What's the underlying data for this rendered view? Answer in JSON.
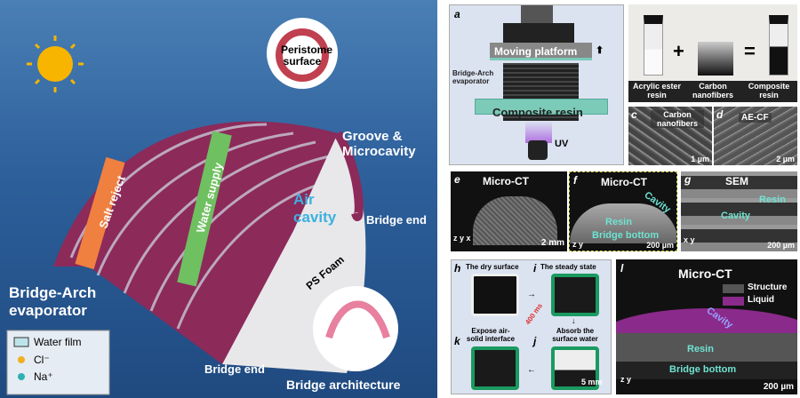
{
  "left": {
    "peristome": "Peristome surface",
    "groove": "Groove & Microcavity",
    "salt_reject": "Salt reject",
    "water_supply": "Water supply",
    "air_cavity": "Air cavity",
    "bridge_end_top": "Bridge end",
    "bridge_end_bottom": "Bridge end",
    "ps_foam": "PS Foam",
    "evaporator": "Bridge-Arch evaporator",
    "bridge_architecture": "Bridge architecture",
    "legend": {
      "water_film": "Water film",
      "cl": "Cl⁻",
      "na": "Na⁺"
    }
  },
  "a": {
    "letter": "a",
    "moving_platform": "Moving platform",
    "evaporator": "Bridge-Arch evaporator",
    "resin": "Composite resin",
    "uv": "UV"
  },
  "b": {
    "acrylic": "Acrylic ester resin",
    "carbon": "Carbon nanofibers",
    "composite": "Composite resin",
    "plus": "+",
    "equals": "="
  },
  "c": {
    "letter": "c",
    "label": "Carbon nanofibers",
    "scale": "1 µm"
  },
  "d": {
    "letter": "d",
    "label": "AE-CF",
    "scale": "2 µm"
  },
  "e": {
    "letter": "e",
    "title": "Micro-CT",
    "scale": "2 mm",
    "axes": "z y x"
  },
  "f": {
    "letter": "f",
    "title": "Micro-CT",
    "cavity": "Cavity",
    "resin": "Resin",
    "bottom": "Bridge bottom",
    "scale": "200 µm",
    "axes": "z y"
  },
  "g": {
    "letter": "g",
    "title": "SEM",
    "resin": "Resin",
    "cavity": "Cavity",
    "scale": "200 µm",
    "axes": "x y"
  },
  "hk": {
    "h": "h",
    "h_label": "The dry surface",
    "i": "i",
    "i_label": "The steady state",
    "j": "j",
    "j_label": "Absorb the surface water",
    "k": "k",
    "k_label": "Expose air-solid interface",
    "time": "400 ms",
    "scale": "5 mm"
  },
  "l": {
    "letter": "l",
    "title": "Micro-CT",
    "structure": "Structure",
    "liquid": "Liquid",
    "cavity": "Cavity",
    "resin": "Resin",
    "bottom": "Bridge bottom",
    "scale": "200 µm",
    "axes": "z y"
  },
  "colors": {
    "ocean": "#2d5f9a",
    "arch": "#7a1f4a",
    "liquid": "#8a2a8a",
    "cyan_text": "#6fe3d2",
    "panel_bg": "#dbe3f1"
  }
}
